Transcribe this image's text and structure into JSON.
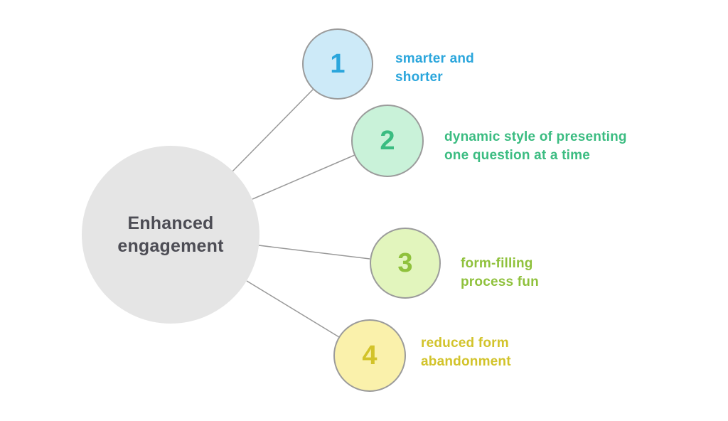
{
  "diagram": {
    "connector_color": "#999999",
    "circle_stroke": "#9b9b9b",
    "center": {
      "label": "Enhanced engagement",
      "fill": "#e5e5e5",
      "text_color": "#4d4d55"
    },
    "nodes": [
      {
        "number": "1",
        "lines": [
          "smarter and",
          "shorter"
        ],
        "fill": "#cdeaf8",
        "color": "#2ba6dc"
      },
      {
        "number": "2",
        "lines": [
          "dynamic style of presenting",
          "one question at a time"
        ],
        "fill": "#c9f2d9",
        "color": "#3bbc81"
      },
      {
        "number": "3",
        "lines": [
          "form-filling",
          "process fun"
        ],
        "fill": "#e2f5bd",
        "color": "#8fc13c"
      },
      {
        "number": "4",
        "lines": [
          "reduced form",
          "abandonment"
        ],
        "fill": "#faf1ab",
        "color": "#d2c32a"
      }
    ]
  }
}
